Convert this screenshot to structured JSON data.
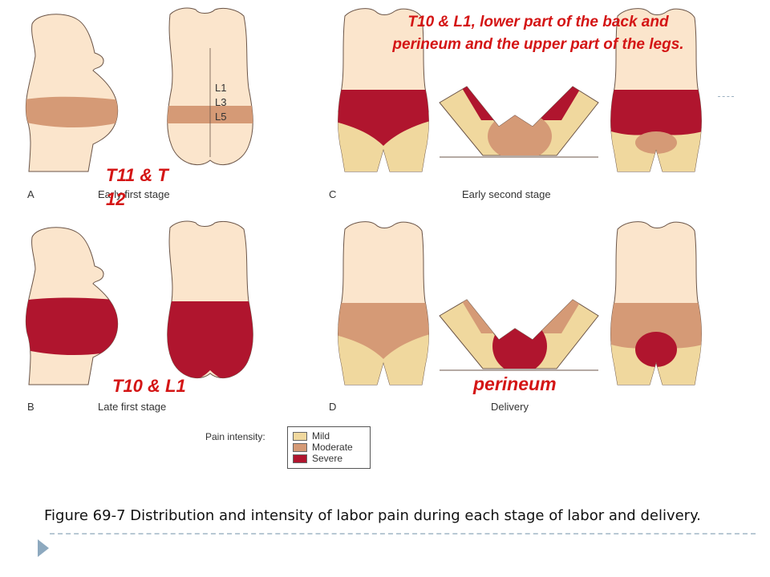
{
  "colors": {
    "skin": "#fbe5cc",
    "mild": "#f0d89e",
    "moderate": "#d59a76",
    "severe": "#b0152e",
    "outline": "#6b5548",
    "annotation": "#d41515"
  },
  "annotations": {
    "top": "T10 & L1, lower part of the back and perineum and the upper part of the legs.",
    "t11_t12": "T11 & T 12",
    "t10_l1": "T10 & L1",
    "perineum": "perineum"
  },
  "panels": {
    "a": {
      "letter": "A",
      "caption": "Early first stage"
    },
    "b": {
      "letter": "B",
      "caption": "Late first stage"
    },
    "c": {
      "letter": "C",
      "caption": "Early second stage"
    },
    "d": {
      "letter": "D",
      "caption": "Delivery"
    }
  },
  "vertebra_labels": [
    "L1",
    "L3",
    "L5"
  ],
  "legend": {
    "title": "Pain intensity:",
    "items": [
      {
        "label": "Mild",
        "color": "#f0d89e"
      },
      {
        "label": "Moderate",
        "color": "#d59a76"
      },
      {
        "label": "Severe",
        "color": "#b0152e"
      }
    ]
  },
  "caption": "Figure 69-7 Distribution and intensity of labor pain during each stage of labor and delivery."
}
